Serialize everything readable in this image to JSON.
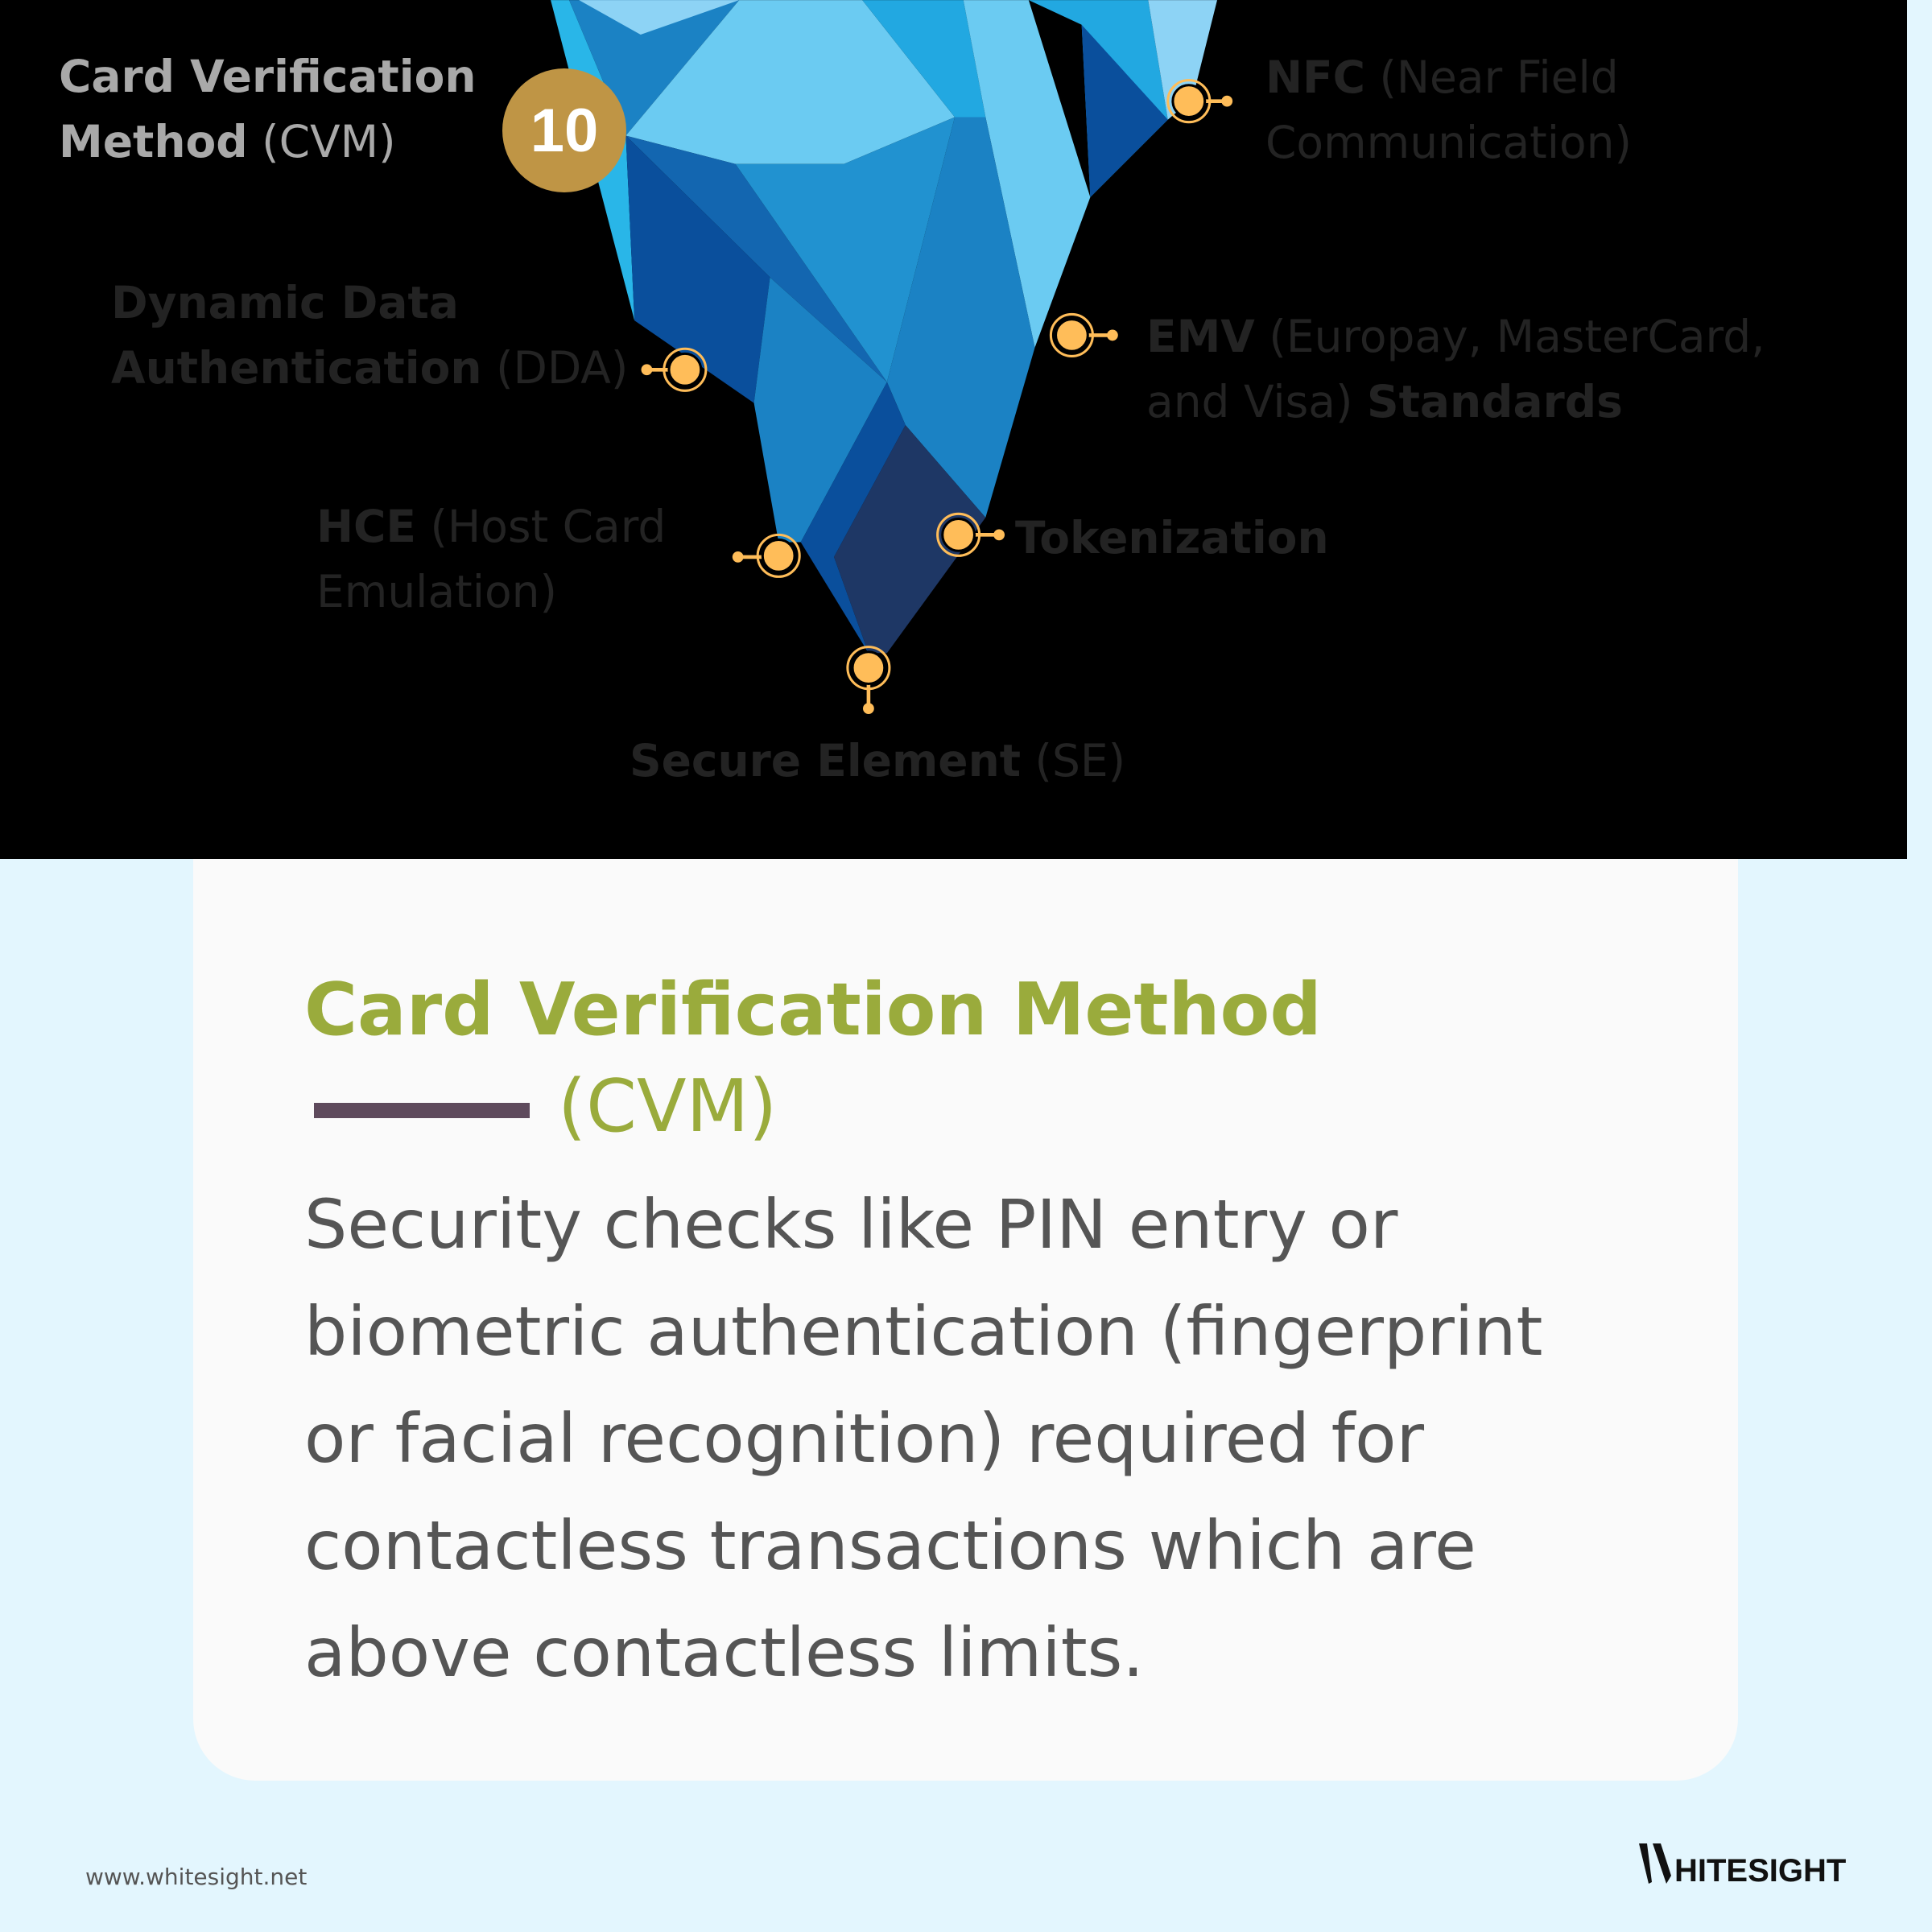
{
  "hero": {
    "badge_number": "10",
    "labels": {
      "cvm": {
        "bold1": "Card Verification",
        "bold2": "Method",
        "light": "(CVM)"
      },
      "dda": {
        "bold1": "Dynamic Data",
        "bold2": "Authentication",
        "light": "(DDA)"
      },
      "hce": {
        "bold": "HCE",
        "light1": "(Host Card",
        "light2": "Emulation)"
      },
      "se": {
        "bold": "Secure Element",
        "light": "(SE)"
      },
      "nfc": {
        "bold": "NFC",
        "light1": "(Near Field",
        "light2": "Communication)"
      },
      "emv": {
        "bold1": "EMV",
        "light1": "(Europay, MasterCard,",
        "light2": "and Visa)",
        "bold2": "Standards"
      },
      "tokenization": {
        "bold": "Tokenization"
      }
    },
    "colors": {
      "badge": "#bf9545",
      "dot": "#ffbd59"
    }
  },
  "card": {
    "title": "Card Verification Method",
    "abbr": "(CVM)",
    "body_lines": [
      "Security checks like PIN entry or",
      "biometric authentication (fingerprint",
      "or facial recognition) required for",
      "contactless transactions which are",
      "above contactless limits."
    ],
    "colors": {
      "title": "#9aab3c",
      "bar": "#5e4a5c"
    }
  },
  "footer": {
    "url": "www.whitesight.net",
    "logo": "WHITESIGHT",
    "logo_text": "HITESIGHT"
  }
}
